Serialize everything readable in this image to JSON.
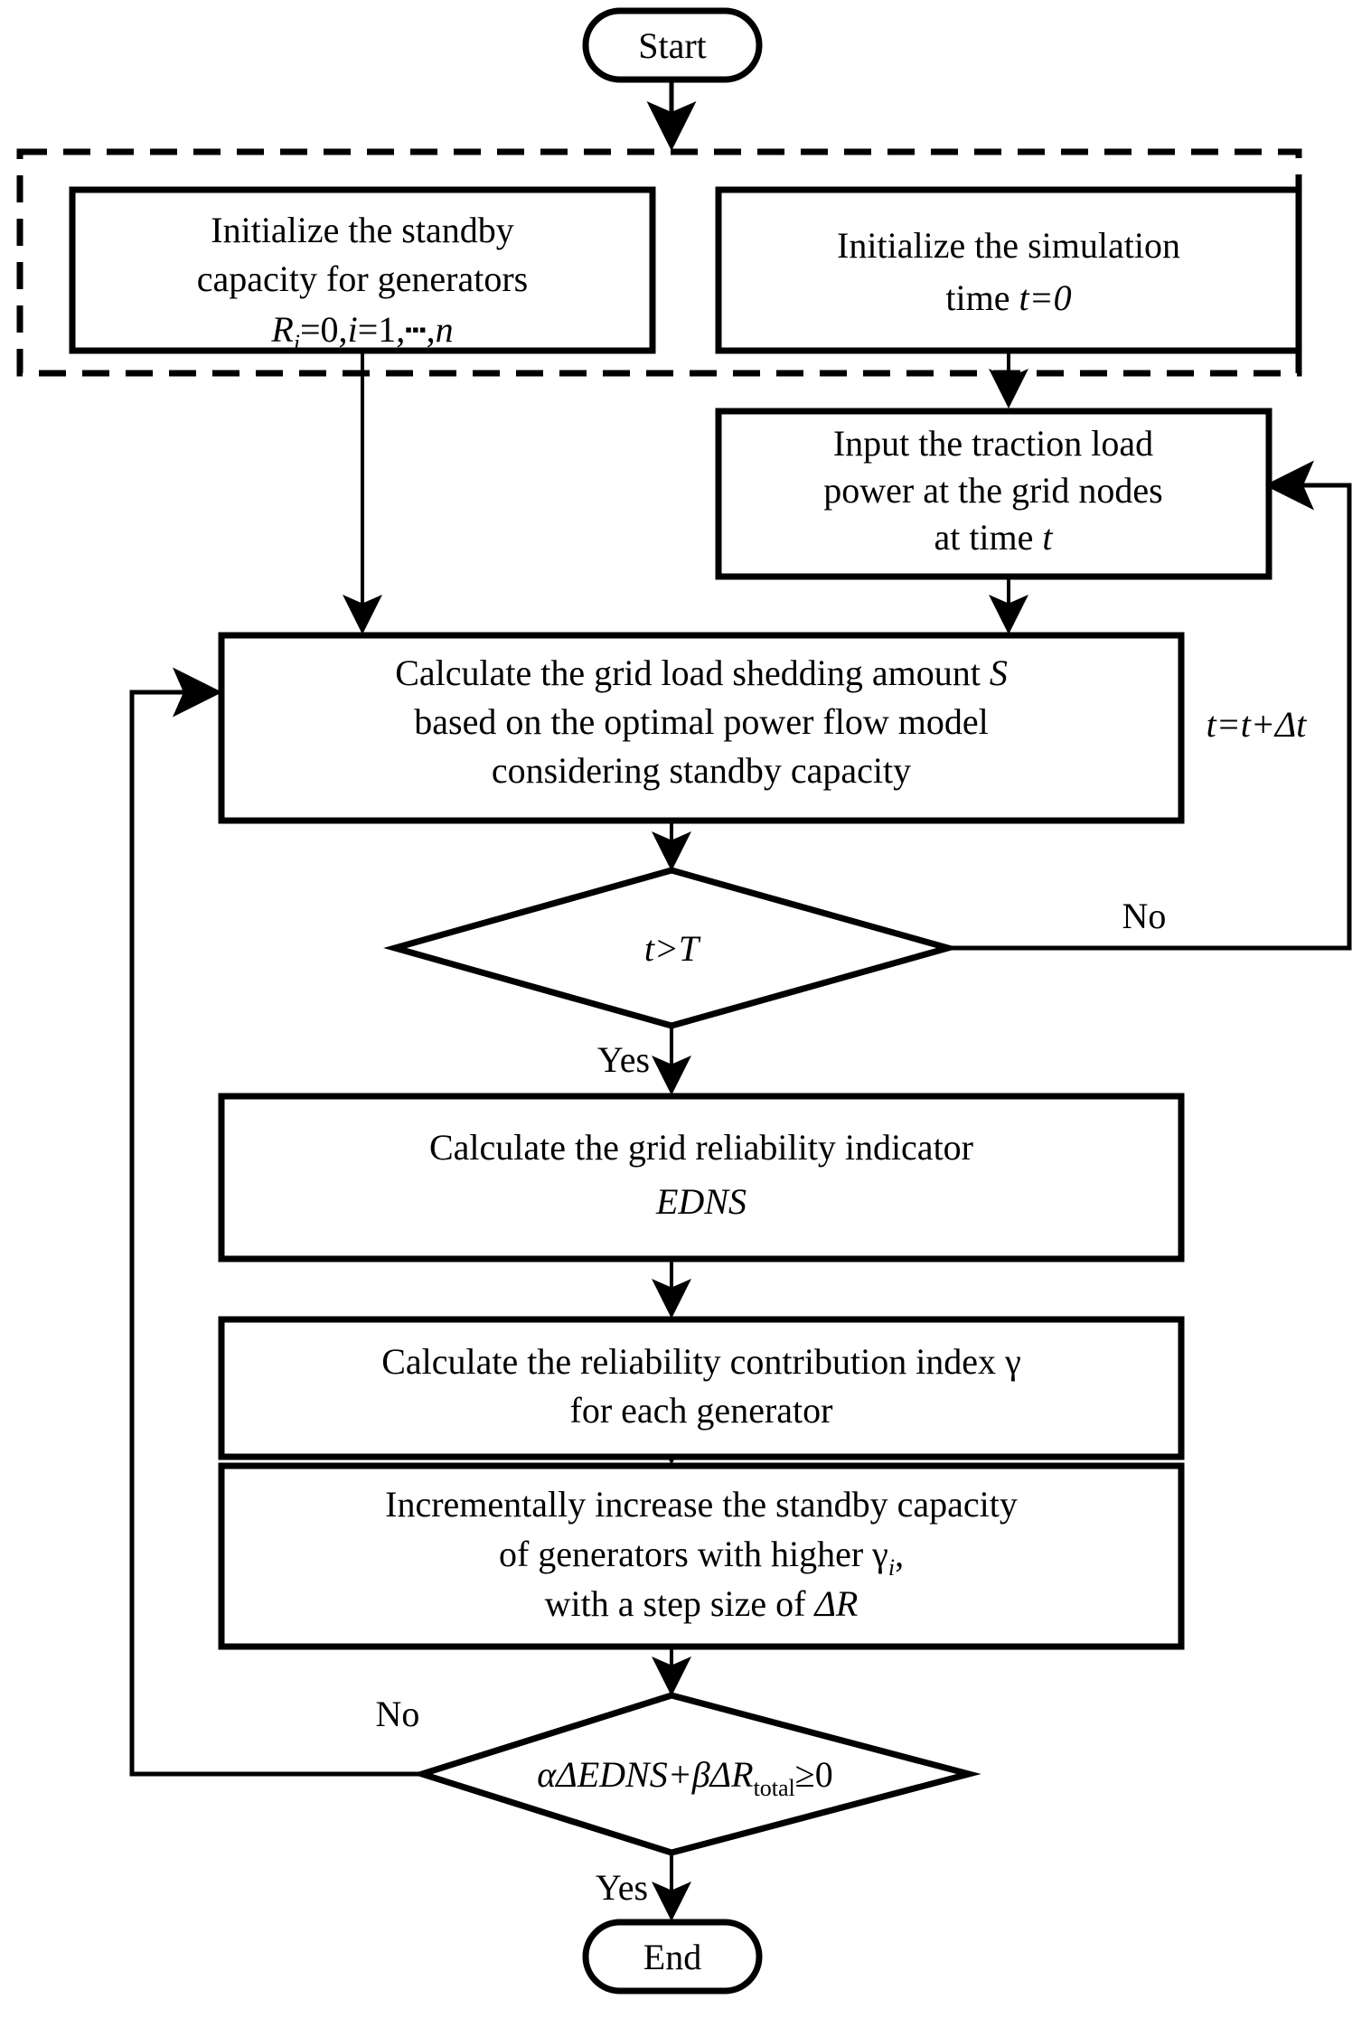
{
  "diagram": {
    "title": "Standby capacity optimization flowchart",
    "colors": {
      "stroke": "#000000",
      "fill": "#ffffff"
    },
    "nodes": {
      "start": {
        "label": "Start",
        "shape": "terminator"
      },
      "init_capacity": {
        "shape": "process",
        "line1": "Initialize the standby",
        "line2": "capacity for generators",
        "line3_a": "R",
        "line3_sub": "i",
        "line3_b": "=0,",
        "line3_c": "i",
        "line3_d": "=1,",
        "line3_dots": "▪▪▪",
        "line3_e": ",",
        "line3_f": "n"
      },
      "init_time": {
        "shape": "process",
        "line1": "Initialize the simulation",
        "line2_a": "time ",
        "line2_b": "t=0"
      },
      "input_load": {
        "shape": "process",
        "line1": "Input the traction load",
        "line2": "power at the grid nodes",
        "line3_a": "at time ",
        "line3_b": "t"
      },
      "calc_shedding": {
        "shape": "process",
        "line1_a": "Calculate the grid load shedding amount ",
        "line1_b": "S",
        "line2": "based on the optimal power flow model",
        "line3": "considering standby capacity"
      },
      "decision_time": {
        "shape": "decision",
        "label": "t>T"
      },
      "calc_edns": {
        "shape": "process",
        "line1": "Calculate the grid reliability indicator",
        "line2": "EDNS"
      },
      "calc_gamma": {
        "shape": "process",
        "line1_a": "Calculate the reliability contribution index ",
        "line1_b": "γ",
        "line2": "for each generator"
      },
      "increase_capacity": {
        "shape": "process",
        "line1": "Incrementally increase the standby capacity",
        "line2_a": "of generators with higher ",
        "line2_b": "γ",
        "line2_sub": "i",
        "line2_c": ",",
        "line3_a": "with a step size of ",
        "line3_b": "ΔR"
      },
      "decision_stop": {
        "shape": "decision",
        "label_a": "αΔEDNS+βΔR",
        "label_sub": "total",
        "label_b": "≥0"
      },
      "end": {
        "label": "End",
        "shape": "terminator"
      }
    },
    "edge_labels": {
      "t_increment": "t=t+Δt",
      "no_time": "No",
      "yes_time": "Yes",
      "no_stop": "No",
      "yes_stop": "Yes"
    },
    "group": {
      "name": "initialization-group",
      "style": "dashed"
    }
  }
}
